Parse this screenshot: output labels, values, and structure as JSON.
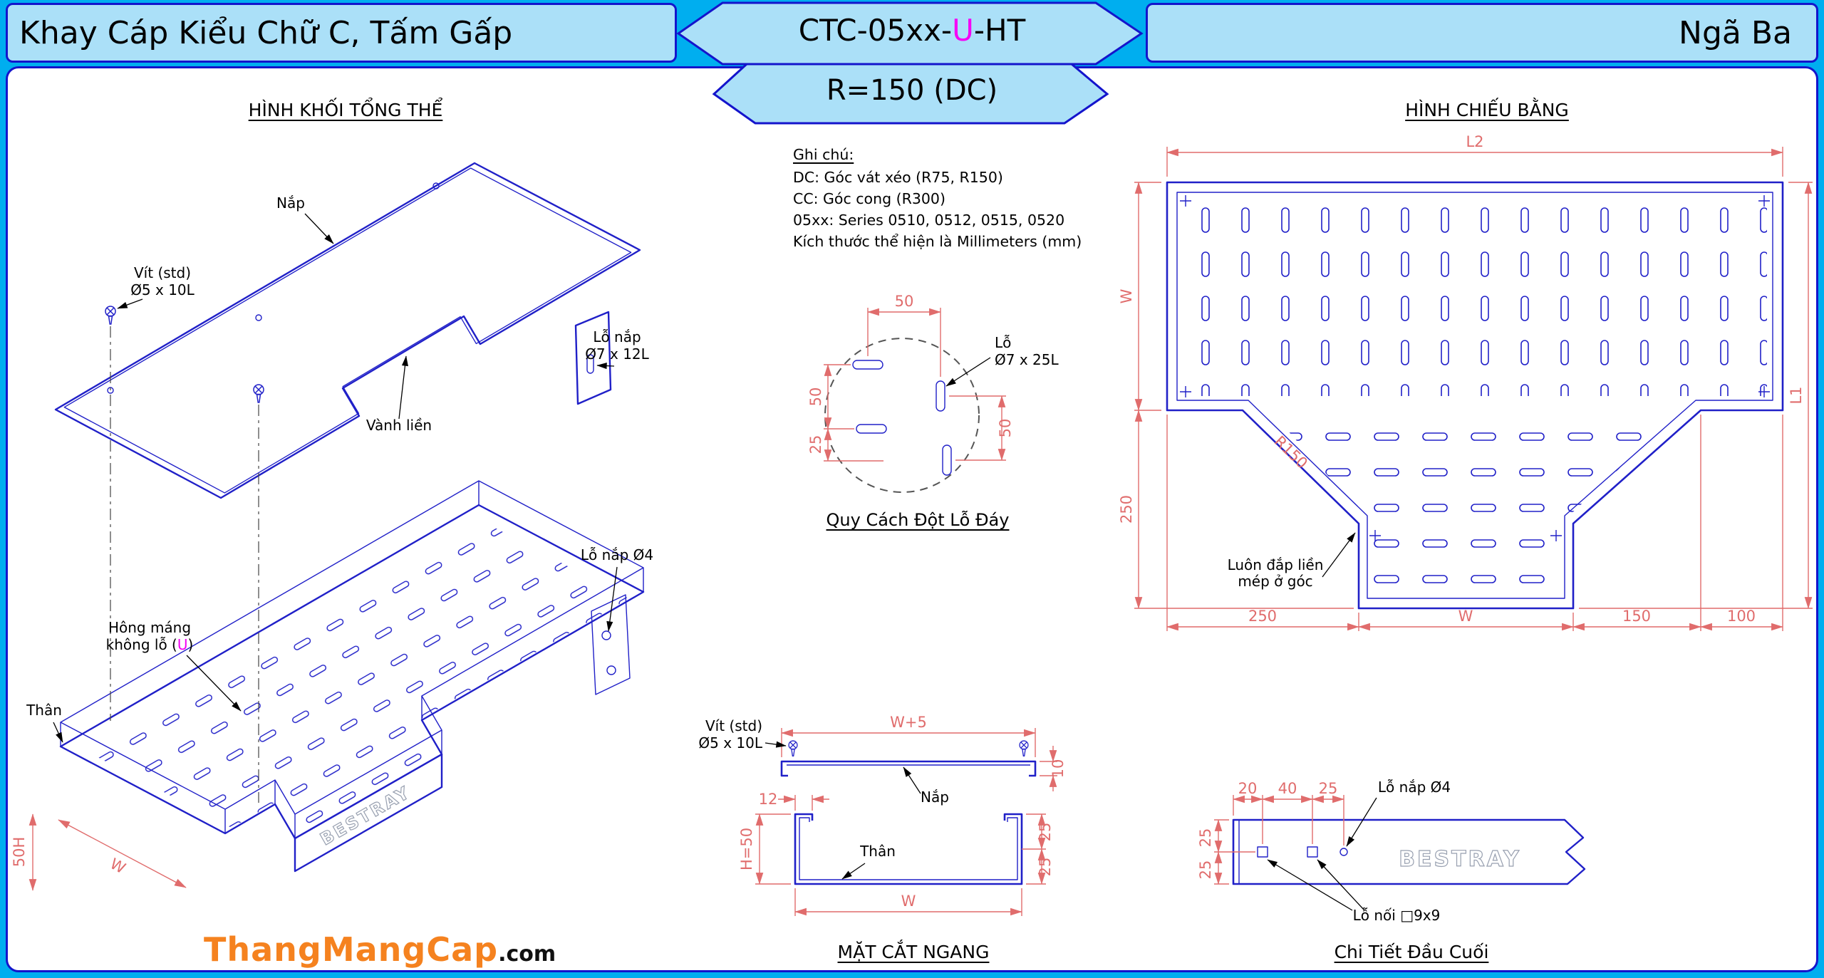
{
  "header": {
    "left_title": "Khay Cáp Kiểu Chữ C, Tấm Gấp",
    "model": {
      "prefix": "CTC-05xx-",
      "accent": "U",
      "suffix": "-HT"
    },
    "variant": "R=150 (DC)",
    "right_title": "Ngã Ba"
  },
  "notes": {
    "title": "Ghi chú:",
    "lines": [
      "DC: Góc vát xéo (R75, R150)",
      "CC: Góc cong (R300)",
      "05xx: Series 0510, 0512, 0515, 0520",
      "Kích thước thể hiện là Millimeters (mm)"
    ]
  },
  "iso_view": {
    "title": "HÌNH KHỐI TỔNG THỂ",
    "labels": {
      "cover": "Nắp",
      "screw_1": "Vít (std)",
      "screw_2": "Ø5 x 10L",
      "cover_hole_1": "Lỗ nắp",
      "cover_hole_2": "Ø7 x 12L",
      "rim": "Vành liền",
      "tab_hole": "Lỗ nắp Ø4",
      "side_1": "Hông máng",
      "side_2a": "không lỗ (",
      "side_2b": "U",
      "side_2c": ")",
      "body": "Thân",
      "dim_height": "50H",
      "dim_width": "W",
      "brand": "BESTRAY"
    }
  },
  "punch_detail": {
    "title": "Quy Cách Đột Lỗ Đáy",
    "dim_top": "50",
    "dim_left_upper": "50",
    "dim_left_lower": "25",
    "dim_right": "50",
    "hole_1": "Lỗ",
    "hole_2": "Ø7 x 25L"
  },
  "plan_view": {
    "title": "HÌNH CHIẾU BẰNG",
    "dim_l2": "L2",
    "dim_w_left": "W",
    "dim_l1": "L1",
    "dim_250_left": "250",
    "dim_r150": "R150",
    "dim_250_bottom": "250",
    "dim_w_bottom": "W",
    "dim_150_bottom": "150",
    "dim_100_bottom": "100",
    "corner_note_1": "Luôn đắp liền",
    "corner_note_2": "mép ở góc"
  },
  "cross_section": {
    "title": "MẶT CẮT NGANG",
    "screw_1": "Vít (std)",
    "screw_2": "Ø5 x 10L",
    "cover": "Nắp",
    "body": "Thân",
    "dim_w5": "W+5",
    "dim_10": "10",
    "dim_12": "12",
    "dim_h": "H=50",
    "dim_25a": "25",
    "dim_25b": "25",
    "dim_w": "W"
  },
  "end_detail": {
    "title": "Chi Tiết Đầu Cuối",
    "dim_20": "20",
    "dim_40": "40",
    "dim_25": "25",
    "dim_25a": "25",
    "dim_25b": "25",
    "hole_label": "Lỗ nắp Ø4",
    "joint_label": "Lỗ nối □9x9",
    "brand": "BESTRAY"
  },
  "footer": {
    "brand": "ThangMangCap",
    "suffix": ".com"
  }
}
